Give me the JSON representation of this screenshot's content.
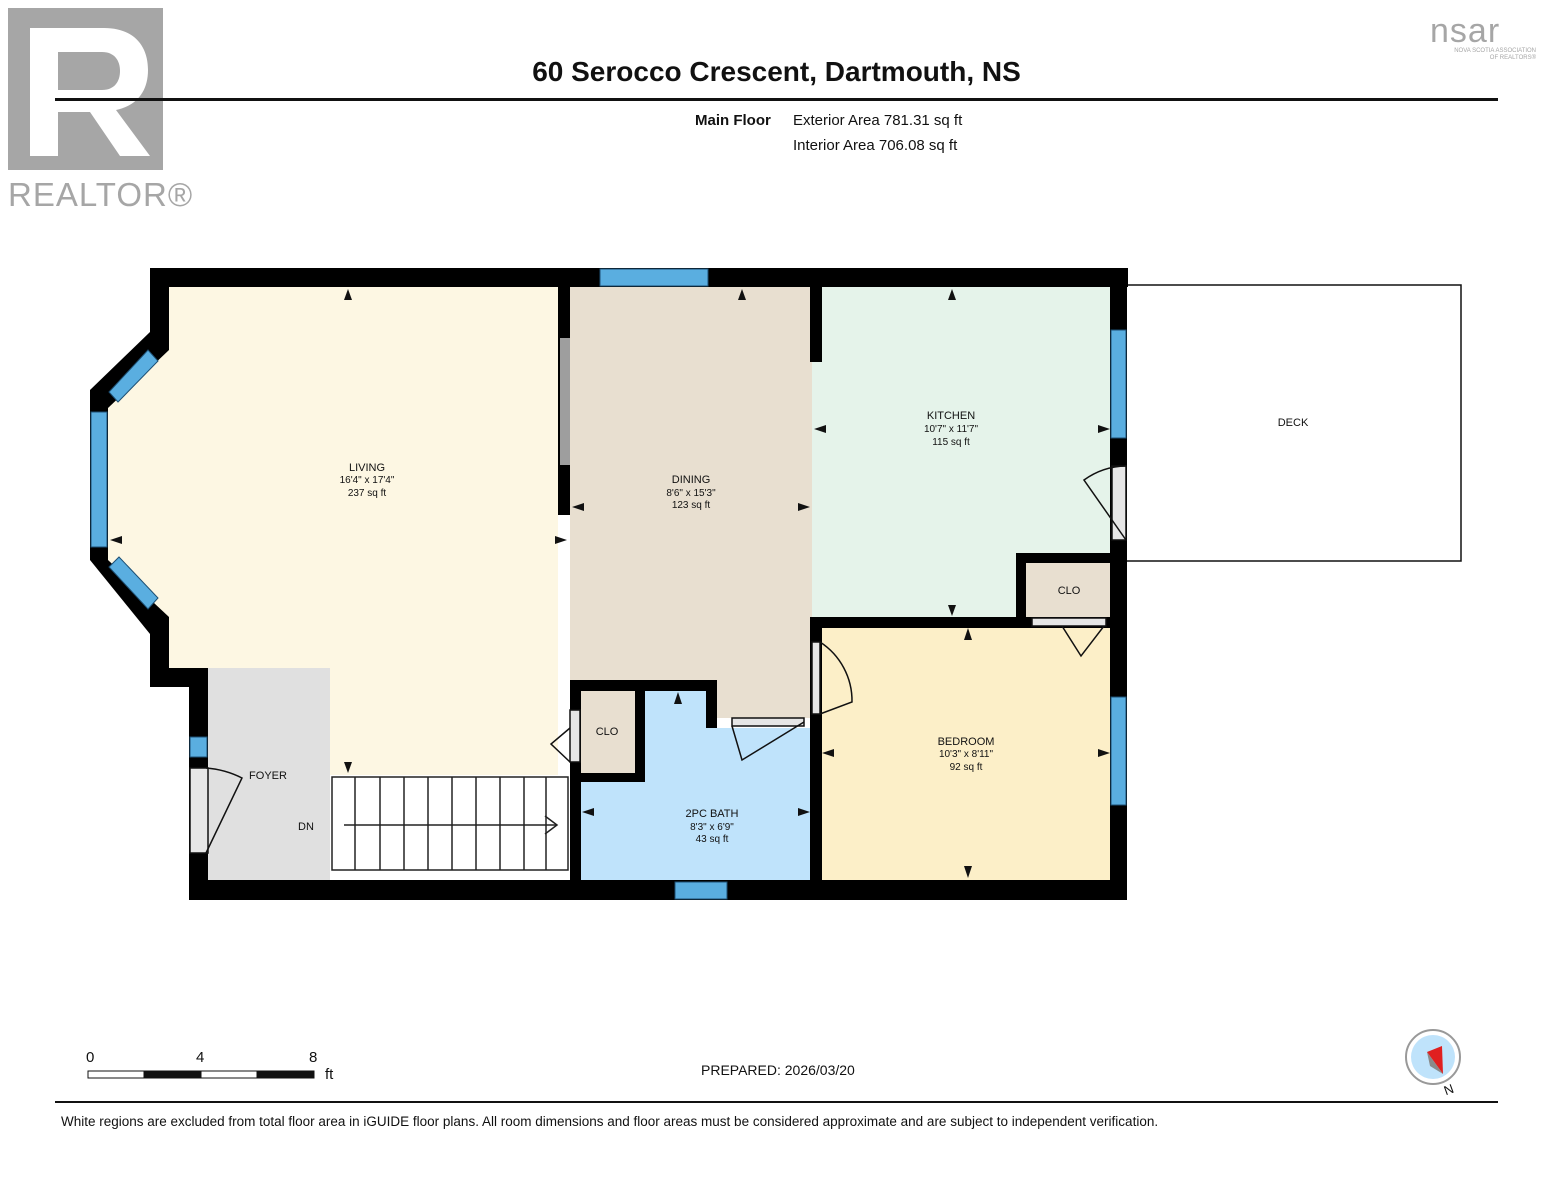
{
  "header": {
    "title": "60 Serocco Crescent, Dartmouth, NS",
    "floor_label": "Main Floor",
    "exterior_area": "Exterior Area 781.31 sq ft",
    "interior_area": "Interior Area 706.08 sq ft"
  },
  "logos": {
    "realtor_text": "REALTOR®",
    "nsar_text": "nsar",
    "nsar_sub1": "NOVA SCOTIA ASSOCIATION",
    "nsar_sub2": "OF REALTORS®"
  },
  "rooms": {
    "living": {
      "name": "LIVING",
      "dims": "16'4\" x 17'4\"",
      "area": "237 sq ft"
    },
    "dining": {
      "name": "DINING",
      "dims": "8'6\" x 15'3\"",
      "area": "123 sq ft"
    },
    "kitchen": {
      "name": "KITCHEN",
      "dims": "10'7\" x 11'7\"",
      "area": "115 sq ft"
    },
    "bedroom": {
      "name": "BEDROOM",
      "dims": "10'3\" x 8'11\"",
      "area": "92 sq ft"
    },
    "bath": {
      "name": "2PC BATH",
      "dims": "8'3\" x 6'9\"",
      "area": "43 sq ft"
    },
    "foyer": {
      "name": "FOYER"
    },
    "deck": {
      "name": "DECK"
    },
    "closet_kitchen": {
      "name": "CLO"
    },
    "closet_living": {
      "name": "CLO"
    },
    "stairs": {
      "name": "DN"
    }
  },
  "colors": {
    "wall": "#000000",
    "window": "#5aaee0",
    "living": "#fdf7e3",
    "dining": "#e8dfd0",
    "kitchen": "#e5f3ea",
    "bedroom": "#fcefc8",
    "bath": "#bfe3fb",
    "foyer": "#e0e0e0",
    "closet": "#e8dfd0"
  },
  "scale": {
    "ticks": [
      "0",
      "4",
      "8"
    ],
    "unit": "ft"
  },
  "prepared": "PREPARED: 2026/03/20",
  "compass_label": "N",
  "footer": "White regions are excluded from total floor area in iGUIDE floor plans. All room dimensions and floor areas must be considered approximate and are subject to independent verification."
}
